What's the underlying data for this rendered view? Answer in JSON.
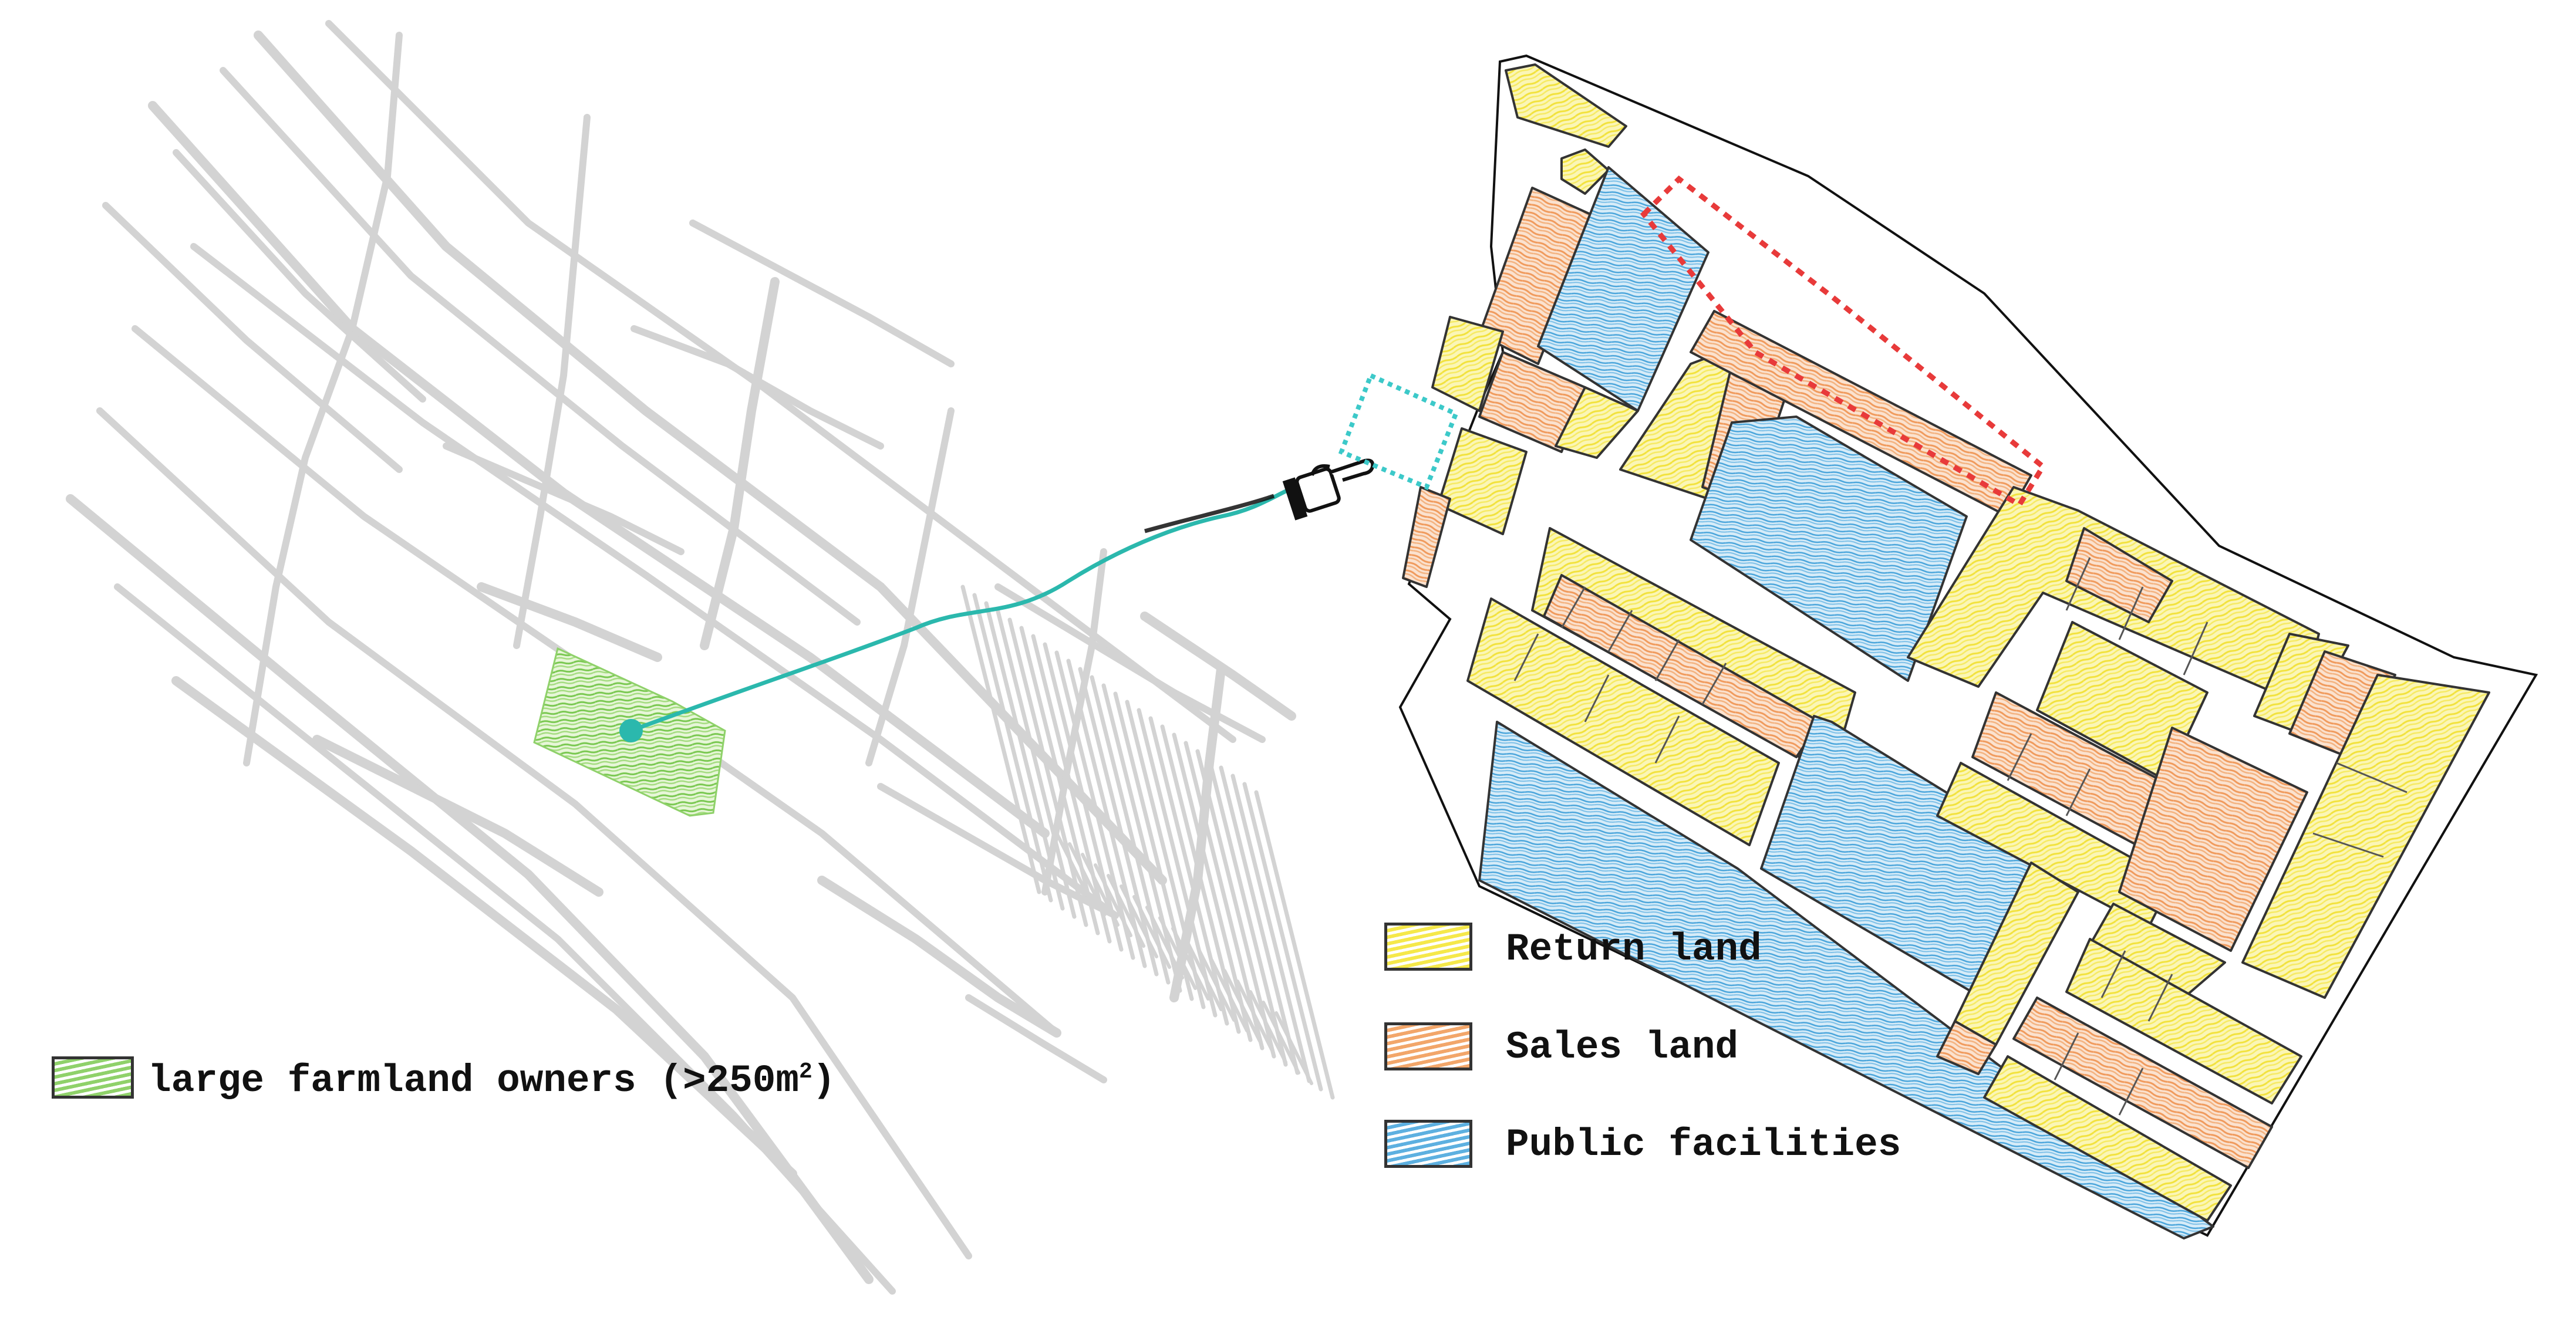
{
  "legend_left": {
    "label_prefix": "large farmland owners (>250m",
    "label_sup": "2",
    "label_suffix": ")",
    "swatch_color": "#8fd16a"
  },
  "legend_right": [
    {
      "label": "Return land",
      "color": "#f5e84a",
      "icon": "yellow-hatch-swatch"
    },
    {
      "label": "Sales land",
      "color": "#f2a66a",
      "icon": "orange-hatch-swatch"
    },
    {
      "label": "Public facilities",
      "color": "#5db0e0",
      "icon": "blue-hatch-swatch"
    }
  ],
  "colors": {
    "road_network": "#d3d3d3",
    "connector": "#2bb8ad",
    "selection_outline": "#3cc9c9",
    "highlight_outline": "#e83a3a",
    "parcel_outline": "#333333"
  }
}
